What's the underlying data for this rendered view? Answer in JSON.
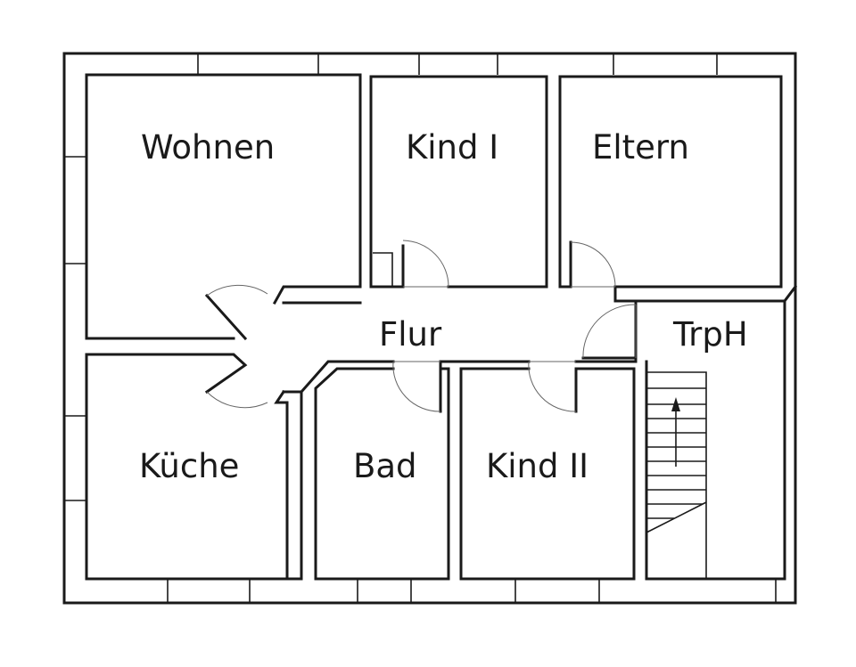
{
  "rooms": {
    "wohnen": "Wohnen",
    "kind1": "Kind I",
    "eltern": "Eltern",
    "flur": "Flur",
    "trph": "TrpH",
    "kueche": "Küche",
    "bad": "Bad",
    "kind2": "Kind II"
  },
  "colors": {
    "line": "#1a1a1a",
    "door_swing": "#666666",
    "paper": "#ffffff"
  }
}
